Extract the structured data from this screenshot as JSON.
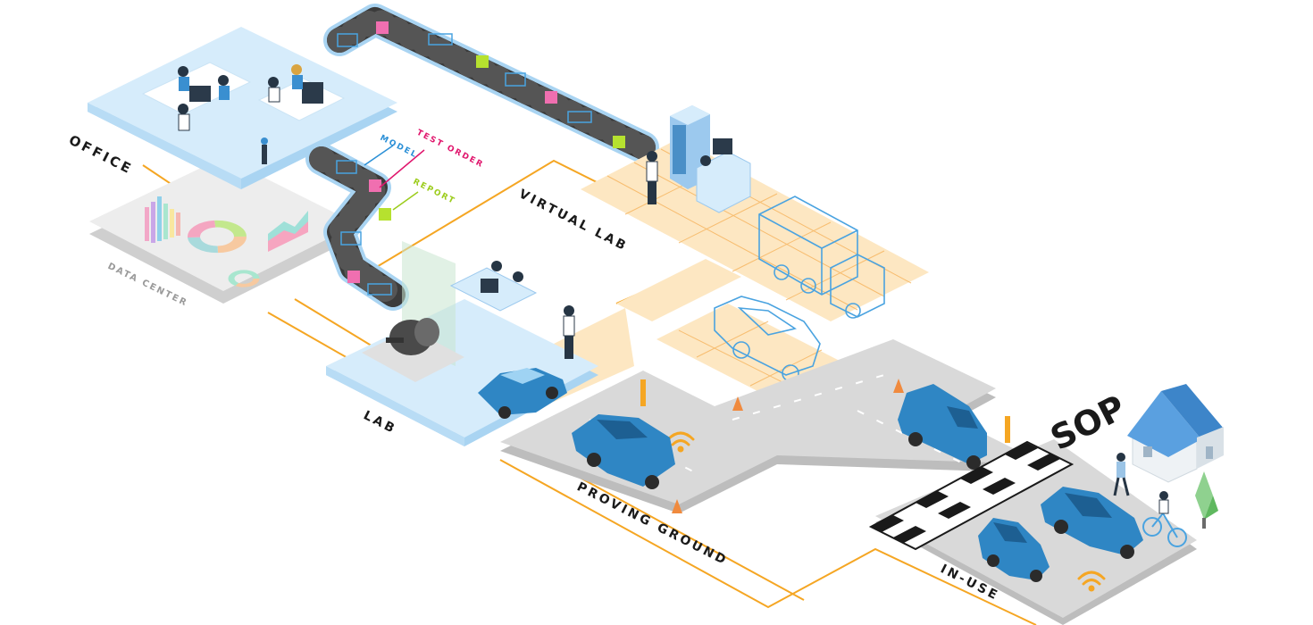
{
  "labels": {
    "office": "OFFICE",
    "data_center": "DATA CENTER",
    "model": "MODEL",
    "test_order": "TEST ORDER",
    "report": "REPORT",
    "virtual_lab": "VIRTUAL LAB",
    "lab": "LAB",
    "proving_ground": "PROVING GROUND",
    "in_use": "IN-USE",
    "sop": "SOP"
  },
  "colors": {
    "platform_blue": "#d6ecfb",
    "platform_blue_side": "#a9d4f2",
    "virtual_lab_floor": "#fde7c2",
    "virtual_lab_grid": "#f6b25a",
    "road": "#d9d9d9",
    "road_side": "#bdbdbd",
    "conveyor": "#3b3b3b",
    "car_blue": "#2f86c4",
    "wire_orange": "#f5a623",
    "model_label": "#2a8fd6",
    "test_order_label": "#e0166d",
    "report_label": "#9ccc1c",
    "box_pink": "#f06fb0",
    "box_green": "#b6e12f",
    "wireframe": "#4aa3e0"
  },
  "icons": [
    "wifi-icon",
    "traffic-cone-icon",
    "bollard-icon",
    "house-icon",
    "tree-icon",
    "person-icon",
    "bicycle-icon",
    "electric-motor-icon",
    "server-rack-icon",
    "monitor-icon"
  ]
}
